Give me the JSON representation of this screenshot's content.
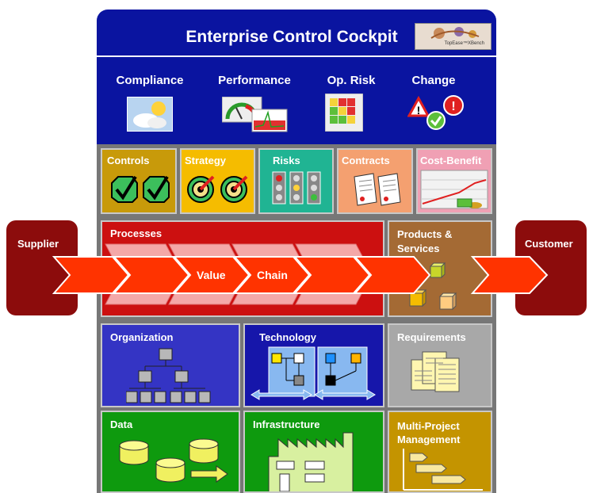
{
  "header": {
    "title": "Enterprise Control Cockpit",
    "logo_text": "TopEase™XBench",
    "pillars": [
      "Compliance",
      "Performance",
      "Op. Risk",
      "Change"
    ]
  },
  "governance": {
    "controls": "Controls",
    "strategy": "Strategy",
    "risks": "Risks",
    "contracts": "Contracts",
    "cost_benefit": "Cost-Benefit"
  },
  "value_chain": {
    "supplier": "Supplier",
    "customer": "Customer",
    "processes": "Processes",
    "value": "Value",
    "chain": "Chain",
    "products_line1": "Products &",
    "products_line2": "Services"
  },
  "architecture": {
    "organization": "Organization",
    "technology": "Technology",
    "requirements": "Requirements",
    "data": "Data",
    "infrastructure": "Infrastructure",
    "mpm_line1": "Multi-Project",
    "mpm_line2": "Management"
  },
  "colors": {
    "header_blue": "#0a14a0",
    "frame_gray": "#777777",
    "controls": "#c89a0a",
    "strategy": "#f5bc00",
    "risks": "#20b493",
    "contracts": "#f4a070",
    "cost_benefit": "#f0a0b4",
    "processes": "#cc1010",
    "products": "#a46a34",
    "organization": "#3434c4",
    "technology": "#1616aa",
    "requirements": "#a8a8a8",
    "data": "#0e9a0e",
    "infrastructure": "#0e9a0e",
    "mpm": "#c49400",
    "supplier": "#8c0c0c",
    "arrow": "#ff3300"
  }
}
